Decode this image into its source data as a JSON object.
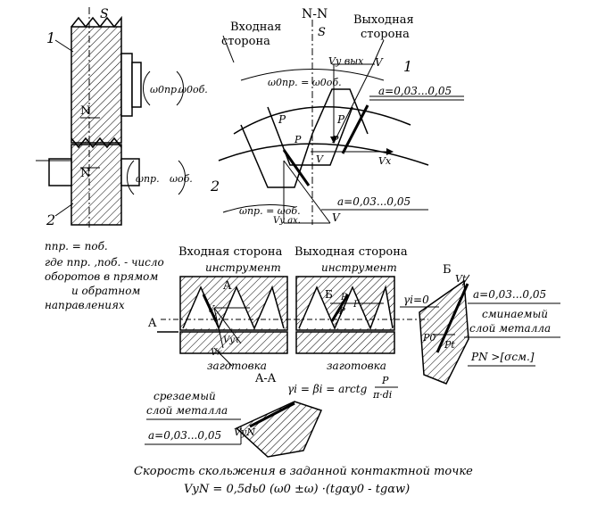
{
  "labels": {
    "s_top_left": "S",
    "part_1_left": "1",
    "part_2_left": "2",
    "omega_0_pr": "ω0пр.",
    "omega_0_ob": "ω0об.",
    "omega_pr": "ωпр.",
    "omega_ob": "ωоб.",
    "n_label_top": "N",
    "n_label_bottom": "N",
    "nn_title": "N-N",
    "s_center": "S",
    "inlet_side_line1": "Входная",
    "inlet_side_line2": "сторона",
    "outlet_side_line1": "Выходная",
    "outlet_side_line2": "сторона",
    "v_y_out": "Vу вых",
    "v_top": "V",
    "part_1_right": "1",
    "omega_eq": "ω0пр. = ω0об.",
    "a_range_1": "a=0,03...0,05",
    "p1": "P",
    "p1_sub": "P",
    "p2": "P",
    "p2_sub": "P",
    "vx_center": "V",
    "vx_right": "Vx",
    "part_2_right": "2",
    "omega_pr_ob": "ωпр. = ωоб.",
    "a_range_2": "a=0,03...0,05",
    "v_y_ax": "Vу ах.",
    "v_bottom": "V",
    "legend_line1": "nпр. = nоб.",
    "legend_line2": "где nпр. ,nоб. - число",
    "legend_line3": "оборотов в прямом",
    "legend_line4": "и обратном",
    "legend_line5": "направлениях",
    "inlet_side_header": "Входная сторона",
    "outlet_side_header": "Выходная сторона",
    "tool_label_1": "инструмент",
    "tool_label_2": "инструмент",
    "a_section_mark": "A",
    "a_left_mark": "A",
    "b_section_mark": "Б",
    "b_right_header": "Б",
    "workpiece_1": "заготовка",
    "workpiece_2": "заготовка",
    "aa_header": "A-A",
    "gamma_zero": "γi=0",
    "a_range_3": "a=0,03...0,05",
    "crushed_line1": "сминаемый",
    "crushed_line2": "слой металла",
    "pn_cond": "PN >[σсм.]",
    "cut_line1": "срезаемый",
    "cut_line2": "слой металла",
    "a_range_4": "a=0,03...0,05",
    "v_yn": "VуN",
    "formula_gamma": "γi = βi = arctg",
    "formula_gamma_num": "P",
    "formula_gamma_den": "π·di",
    "caption_line1": "Скорость скольжения в заданной контактной точке",
    "caption_line2": "VуN = 0,5dь0 (ω0 ±ω) ·(tgαу0 - tgαw)",
    "v_left": "V",
    "v_left_y": "Vуτ",
    "v_left_x": "Vx",
    "p_small_1": "P",
    "p_small_2": "P",
    "p_small_3": "P",
    "p0": "P0",
    "pt": "Pt",
    "vt": "Vt"
  }
}
